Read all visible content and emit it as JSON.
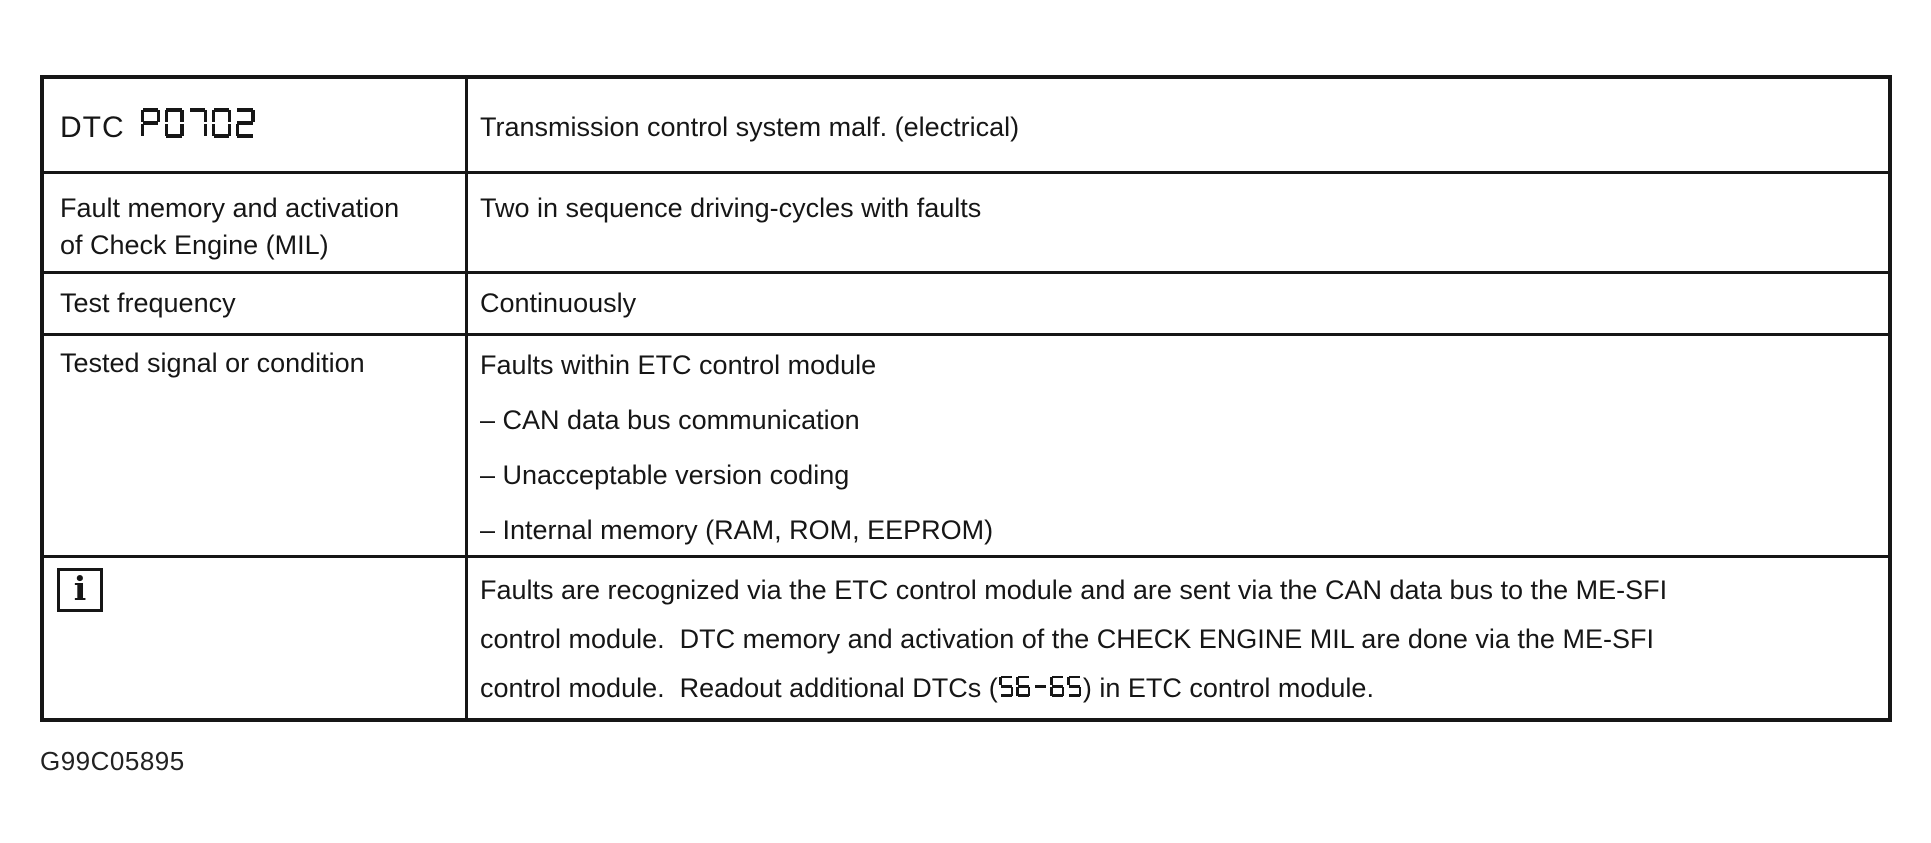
{
  "page": {
    "caption": "G99C05895",
    "ink_color": "#161616",
    "background_color": "#ffffff"
  },
  "table": {
    "rows": [
      {
        "label_prefix": "DTC",
        "label_code": "P0702",
        "value": "Transmission control system malf. (electrical)"
      },
      {
        "label": "Fault memory and activation of Check Engine (MIL)",
        "value": "Two in sequence driving-cycles with faults"
      },
      {
        "label": "Test frequency",
        "value": "Continuously"
      },
      {
        "label": "Tested signal or condition",
        "lines": [
          "Faults within ETC control module",
          "– CAN data bus communication",
          "– Unacceptable version coding",
          "– Internal memory (RAM, ROM, EEPROM)"
        ]
      },
      {
        "icon": "info-icon",
        "icon_glyph": "i",
        "lines": [
          "Faults are recognized via the ETC control module and are sent via the CAN data bus to the ME-SFI",
          "control module.  DTC memory and activation of the CHECK ENGINE MIL are done via the ME-SFI"
        ],
        "line3": {
          "before": "control module.  Readout additional DTCs (",
          "code": "56-65",
          "after": ") in ETC control module."
        }
      }
    ]
  }
}
